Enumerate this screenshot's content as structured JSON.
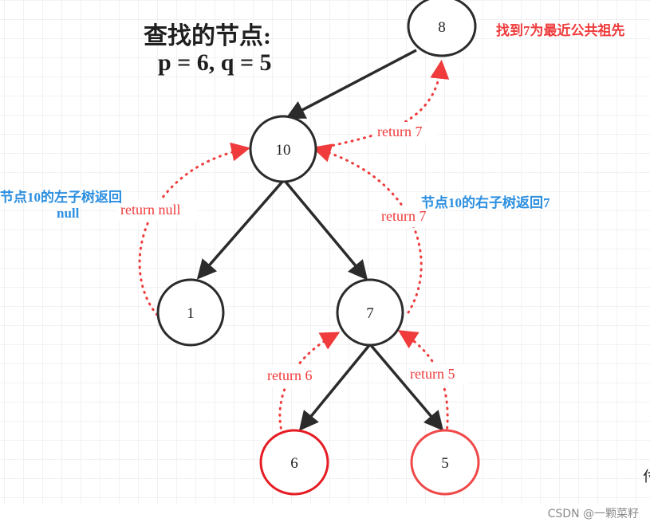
{
  "title": {
    "line1": "查找的节点:",
    "line2": "p = 6, q = 5"
  },
  "found_note": "找到7为最近公共祖先",
  "nodes": [
    {
      "id": "n8",
      "label": "8",
      "highlight": false
    },
    {
      "id": "n10",
      "label": "10",
      "highlight": false
    },
    {
      "id": "n1",
      "label": "1",
      "highlight": false
    },
    {
      "id": "n7",
      "label": "7",
      "highlight": false
    },
    {
      "id": "n6",
      "label": "6",
      "highlight": true
    },
    {
      "id": "n5",
      "label": "5",
      "highlight": true
    }
  ],
  "returns": {
    "r7_top": "return 7",
    "r_null": "return null",
    "r7_right": "return 7",
    "r6": "return 6",
    "r5": "return 5"
  },
  "notes": {
    "left_line1": "节点10的左子树返回",
    "left_line2": "null",
    "right": "节点10的右子树返回7"
  },
  "watermark": "CSDN @一颗菜籽",
  "edge_glyph": "付",
  "colors": {
    "node_stroke": "#2b2b2b",
    "highlight_stroke": "#e51c23",
    "return_red": "#ef3b3b",
    "note_blue": "#2c8fe0",
    "grid": "#e6e6e6"
  }
}
